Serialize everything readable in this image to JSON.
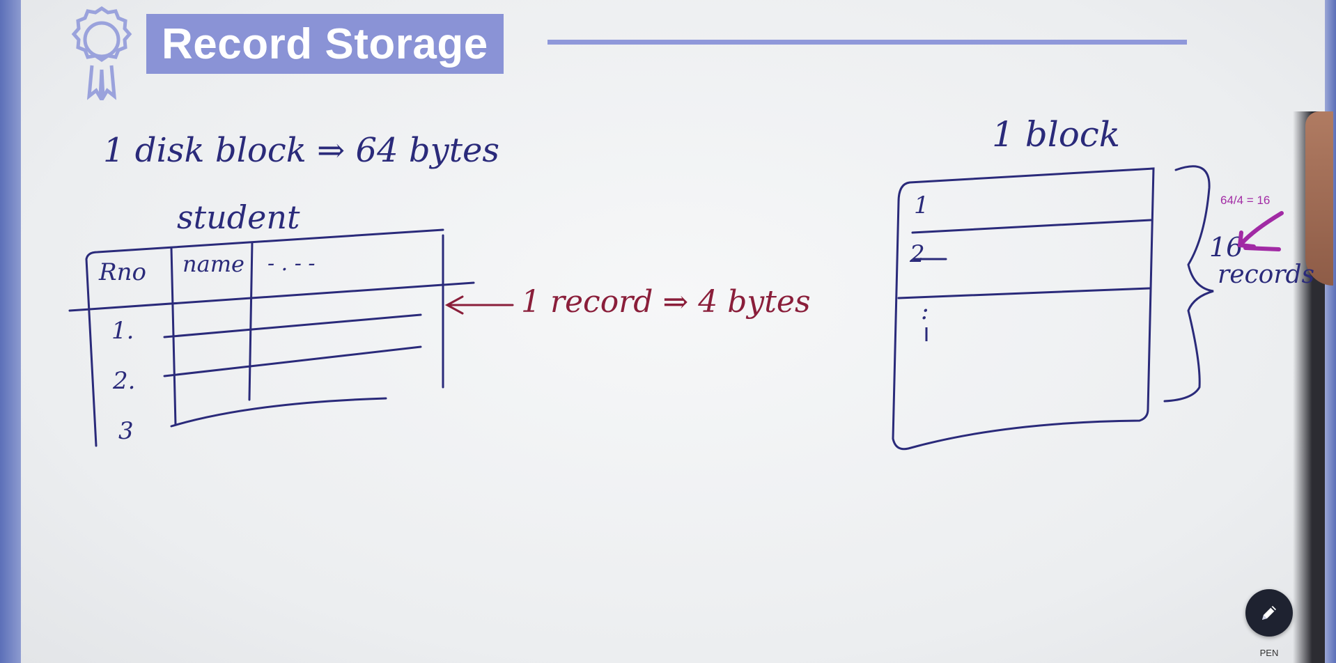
{
  "slide": {
    "title": "Record Storage"
  },
  "board": {
    "line_disk_block": "1 disk block ⇒ 64 bytes",
    "table_name": "student",
    "table_headers": [
      "Rno",
      "name",
      "- . - -"
    ],
    "table_rows": [
      "1.",
      "2.",
      "3"
    ],
    "record_note": "1 record ⇒ 4 bytes",
    "block_label": "1 block",
    "block_slots": [
      "1",
      "2",
      ":"
    ],
    "records_count": "16",
    "records_word": "records",
    "calc_annotation": "64/4 = 16"
  },
  "tools": {
    "pen_label": "PEN"
  },
  "colors": {
    "ink_blue": "#2a2a7a",
    "ink_red": "#8a1e3a",
    "ink_magenta": "#a12aa4",
    "title_bg": "#8a93d6"
  },
  "icons": {
    "badge": "award-ribbon-icon",
    "pen": "pencil-icon"
  }
}
